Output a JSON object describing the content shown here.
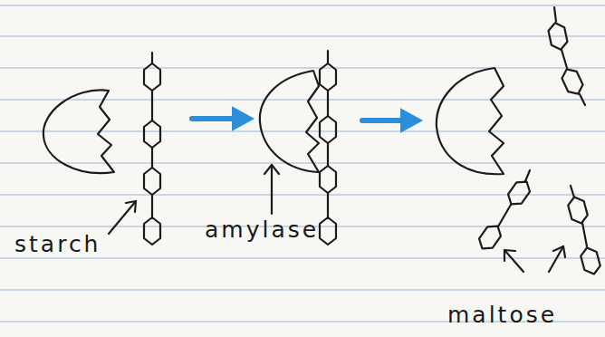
{
  "diagram": {
    "labels": [
      "starch",
      "amylase",
      "maltose"
    ]
  }
}
